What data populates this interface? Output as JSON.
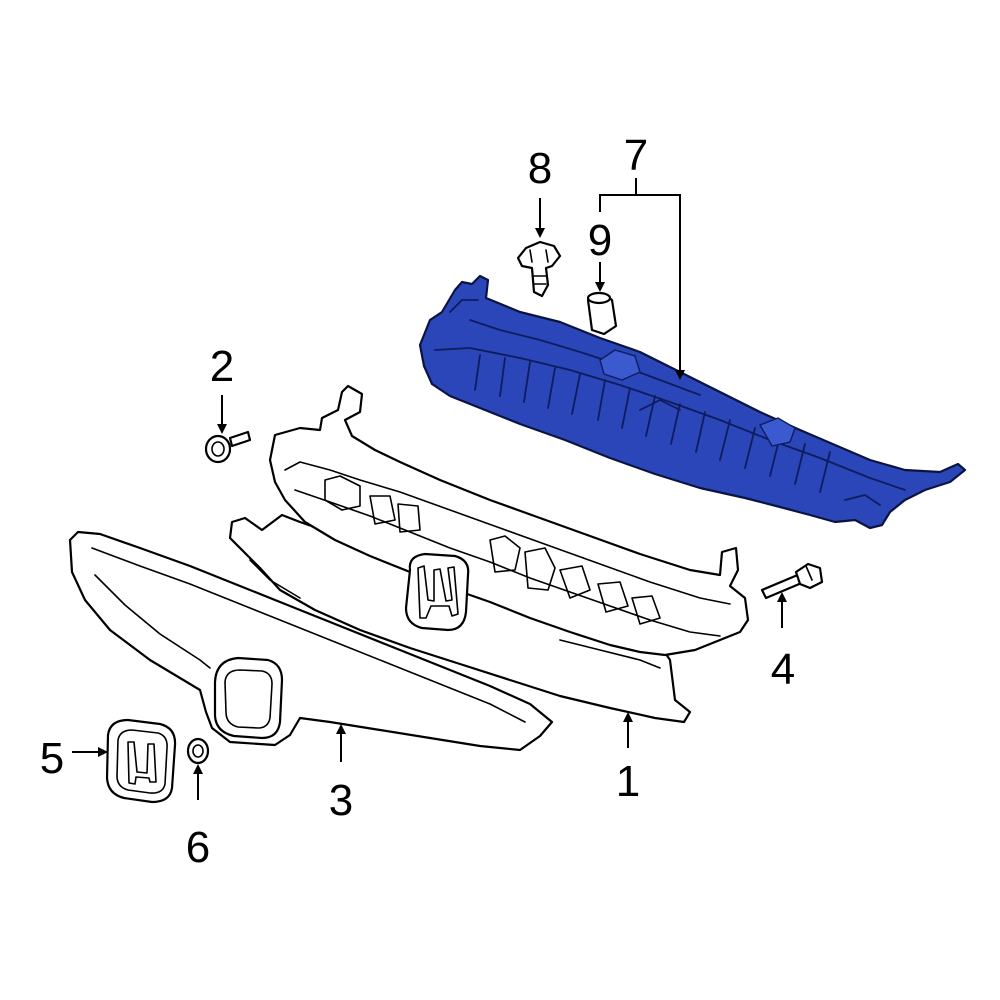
{
  "colors": {
    "highlight": "#2a46b8",
    "line": "#000000",
    "background": "#ffffff"
  },
  "callouts": [
    {
      "id": "1",
      "text": "1"
    },
    {
      "id": "2",
      "text": "2"
    },
    {
      "id": "3",
      "text": "3"
    },
    {
      "id": "4",
      "text": "4"
    },
    {
      "id": "5",
      "text": "5"
    },
    {
      "id": "6",
      "text": "6"
    },
    {
      "id": "7",
      "text": "7"
    },
    {
      "id": "8",
      "text": "8"
    },
    {
      "id": "9",
      "text": "9"
    }
  ],
  "highlighted_part": "7"
}
